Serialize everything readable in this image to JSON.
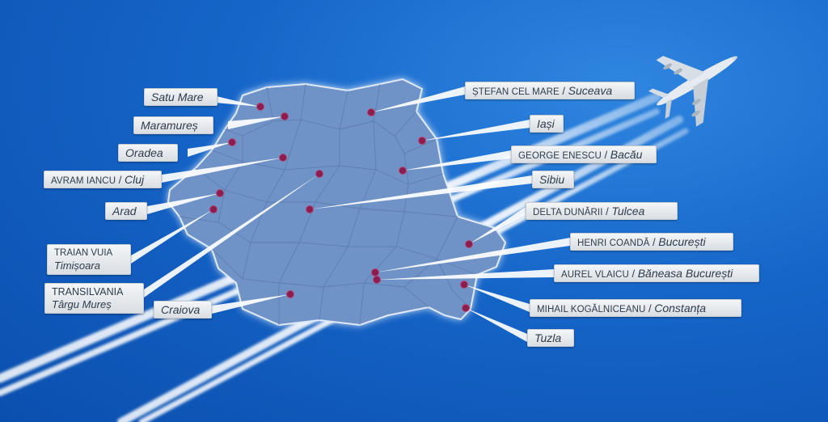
{
  "colors": {
    "sky": "#1565c8",
    "map": "#6f93c6",
    "airport_dot": "#8b1e4e",
    "label_bg": "#e8ecf0",
    "label_text": "#2e3b4a",
    "contrail": "#ffffff"
  },
  "icons": {
    "airplane": "airplane-icon"
  },
  "airports": [
    {
      "id": "satu-mare",
      "city": "Satu Mare"
    },
    {
      "id": "maramures",
      "city": "Maramureș"
    },
    {
      "id": "oradea",
      "city": "Oradea"
    },
    {
      "id": "cluj",
      "airport": "AVRAM IANCU",
      "city": "Cluj"
    },
    {
      "id": "arad",
      "city": "Arad"
    },
    {
      "id": "timisoara",
      "airport": "TRAIAN VUIA",
      "city": "Timișoara"
    },
    {
      "id": "targu-mures",
      "airport": "TRANSILVANIA",
      "city": "Târgu Mureș"
    },
    {
      "id": "craiova",
      "city": "Craiova"
    },
    {
      "id": "suceava",
      "airport": "ȘTEFAN CEL MARE",
      "city": "Suceava"
    },
    {
      "id": "iasi",
      "city": "Iași"
    },
    {
      "id": "bacau",
      "airport": "GEORGE ENESCU",
      "city": "Bacău"
    },
    {
      "id": "sibiu",
      "city": "Sibiu"
    },
    {
      "id": "tulcea",
      "airport": "DELTA DUNĂRII",
      "city": "Tulcea"
    },
    {
      "id": "otopeni",
      "airport": "HENRI COANDĂ",
      "city": "București"
    },
    {
      "id": "baneasa",
      "airport": "AUREL VLAICU",
      "city": "Băneasa București"
    },
    {
      "id": "constanta",
      "airport": "MIHAIL KOGĂLNICEANU",
      "city": "Constanța"
    },
    {
      "id": "tuzla",
      "city": "Tuzla"
    }
  ]
}
